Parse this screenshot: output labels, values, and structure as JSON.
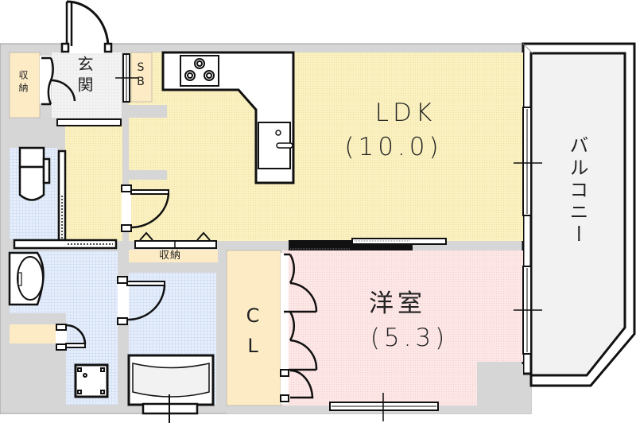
{
  "floor_plan": {
    "rooms": [
      {
        "id": "ldk",
        "name": "LDK",
        "size": "(10.0)",
        "fill": "#fbf1c0"
      },
      {
        "id": "western",
        "name": "洋室",
        "size": "(5.3)",
        "fill": "#fde4e4"
      },
      {
        "id": "balcony",
        "name": "バルコニー",
        "fill": "#f2f2f2"
      },
      {
        "id": "entrance",
        "name": "玄関",
        "fill": "#f0f0f0"
      },
      {
        "id": "closet",
        "name": "CL",
        "fill": "#fdebc6"
      },
      {
        "id": "shoebox",
        "name": "SB",
        "fill": "#fdebc6"
      },
      {
        "id": "storage_entrance",
        "name": "収納",
        "fill": "#fdebc6"
      },
      {
        "id": "storage_ldk",
        "name": "収納",
        "fill": "#fdebc6"
      },
      {
        "id": "toilet",
        "fill": "#dbe8f8"
      },
      {
        "id": "washroom",
        "fill": "#dbe8f8"
      },
      {
        "id": "bathroom",
        "fill": "#dbe8f8"
      }
    ],
    "labels": {
      "ldk_name": "LDK",
      "ldk_size": "(10.0)",
      "western_name": "洋室",
      "western_size": "(5.3)",
      "balcony": "バルコニー",
      "entrance": "玄関",
      "closet": "CL",
      "shoebox": "SB",
      "storage_entrance": "収納",
      "storage_ldk": "収納"
    },
    "colors": {
      "wall": "#d6d6d6",
      "line": "#111111",
      "ldk": "#fbf1c0",
      "western": "#fde4e4",
      "wet": "#dbe8f8",
      "storage": "#fdebc6",
      "balcony": "#f2f2f2",
      "entrance": "#f0f0f0"
    }
  }
}
